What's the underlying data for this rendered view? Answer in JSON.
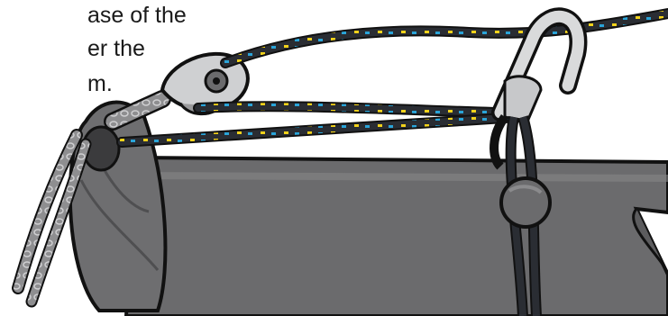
{
  "caption": {
    "lines": [
      "ase of the",
      "er the",
      "m."
    ]
  },
  "colors": {
    "spar": "#6b6b6d",
    "spar_end": "#5c5c5e",
    "outline": "#111111",
    "rope": "#2a2d33",
    "rope_fleck_yellow": "#f2d21b",
    "rope_fleck_blue": "#2aa4d8",
    "chain": "#9a9a9c",
    "hook": "#d9dadb"
  },
  "icons": [
    "boom-spar",
    "end-cap",
    "block-pulley",
    "shackle-chain",
    "hook",
    "stopper-ball",
    "rope-tail"
  ]
}
